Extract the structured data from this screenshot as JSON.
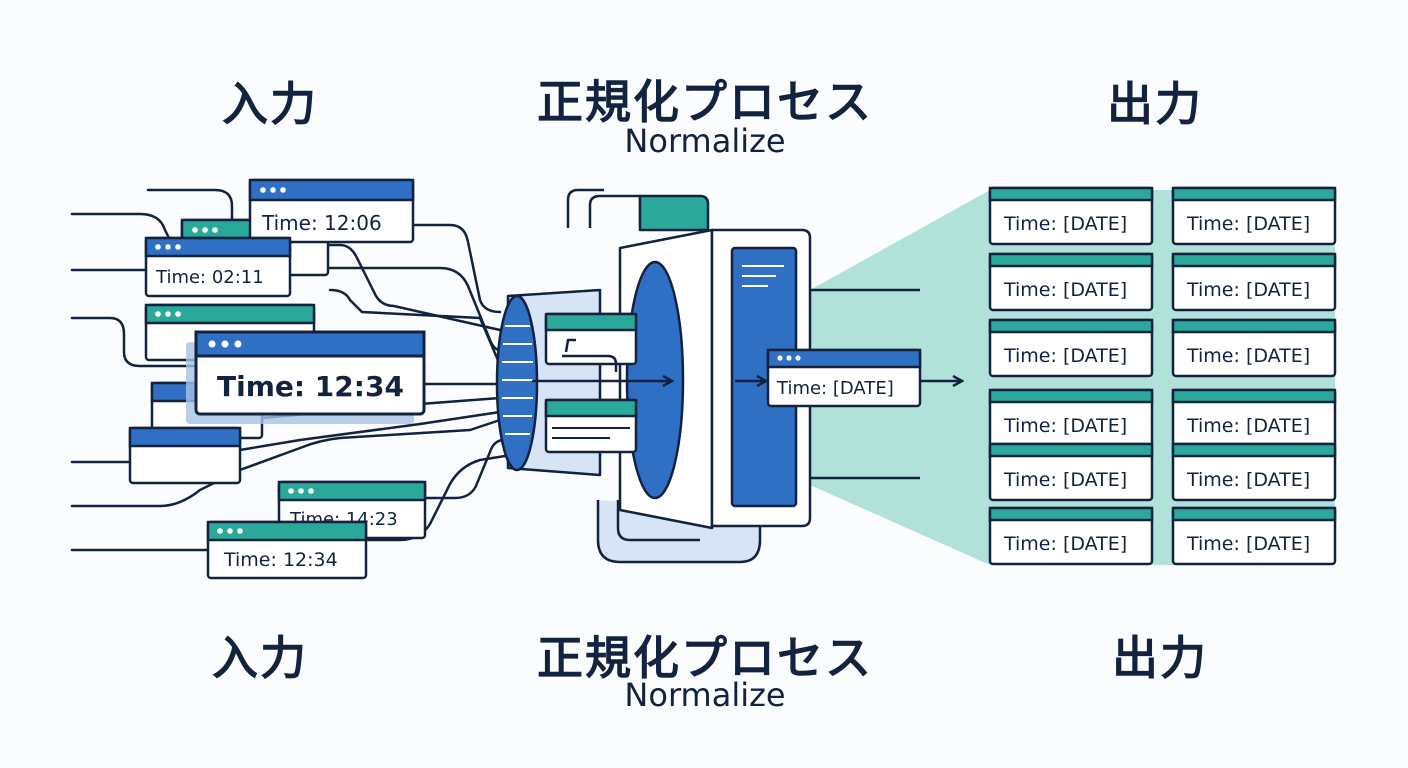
{
  "headings": {
    "top": {
      "input": "入力",
      "process": "正規化プロセス",
      "process_sub": "Normalize",
      "output": "出力"
    },
    "bottom": {
      "input": "入力",
      "process": "正規化プロセス",
      "process_sub": "Normalize",
      "output": "出力"
    }
  },
  "input_windows": [
    {
      "text": "Time: 12:06"
    },
    {
      "text": "Time: 02:11"
    },
    {
      "text": "Time: 12:34"
    },
    {
      "text": "Time: 14:23"
    },
    {
      "text": "Time: 12:34"
    }
  ],
  "center_window": {
    "text": "Time: [DATE]"
  },
  "output_windows": [
    "Time: [DATE]",
    "Time: [DATE]",
    "Time: [DATE]",
    "Time: [DATE]",
    "Time: [DATE]",
    "Time: [DATE]",
    "Time: [DATE]",
    "Time: [DATE]",
    "Time: [DATE]",
    "Time: [DATE]",
    "Time: [DATE]",
    "Time: [DATE]"
  ],
  "colors": {
    "ink": "#13233f",
    "blue": "#2f6fc4",
    "teal": "#2aa99a",
    "teal_light": "#a3ddd3",
    "blue_light": "#d6e4f5",
    "paper": "#ffffff"
  }
}
